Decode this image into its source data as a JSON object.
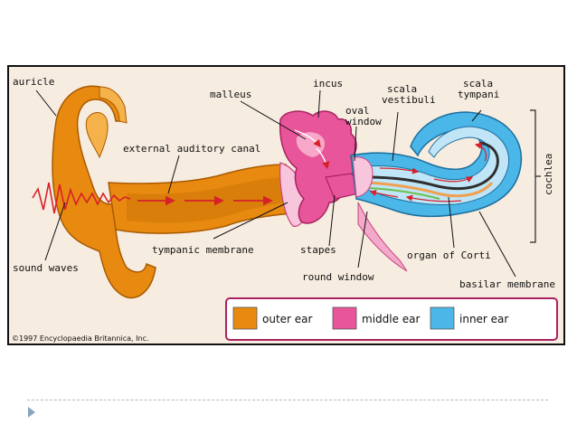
{
  "labels": {
    "auricle": "auricle",
    "sound_waves": "sound waves",
    "external_auditory_canal": "external auditory canal",
    "tympanic_membrane": "tympanic membrane",
    "malleus": "malleus",
    "incus": "incus",
    "stapes": "stapes",
    "oval_window_1": "oval",
    "oval_window_2": "window",
    "round_window": "round window",
    "scala_vestibuli_1": "scala",
    "scala_vestibuli_2": "vestibuli",
    "scala_tympani_1": "scala",
    "scala_tympani_2": "tympani",
    "organ_of_corti": "organ of Corti",
    "basilar_membrane": "basilar membrane",
    "cochlea": "cochlea"
  },
  "legend": [
    {
      "label": "outer ear",
      "color": "#e88a10"
    },
    {
      "label": "middle ear",
      "color": "#e8559a"
    },
    {
      "label": "inner ear",
      "color": "#4bb6e8"
    }
  ],
  "copyright": "©1997 Encyclopaedia Britannica, Inc.",
  "colors": {
    "outer": "#e88a10",
    "middle": "#e8559a",
    "inner": "#4bb6e8",
    "arrow": "#d8202a",
    "background": "#f7ece0"
  }
}
